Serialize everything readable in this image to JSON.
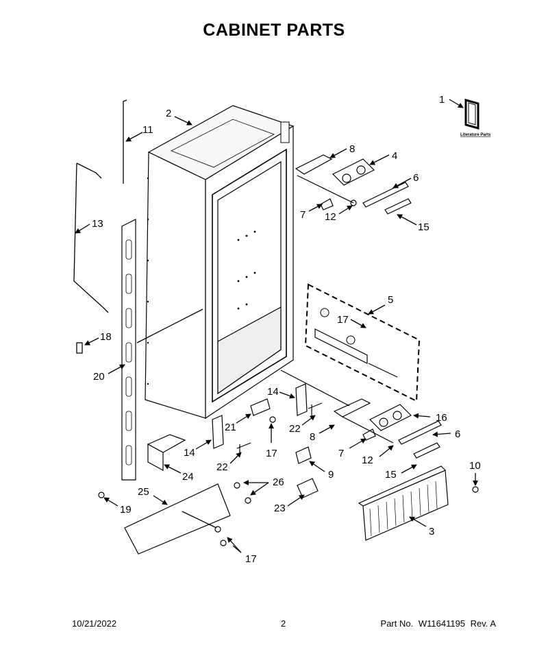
{
  "title": "CABINET PARTS",
  "literature_label": "Literature Parts",
  "footer": {
    "date": "10/21/2022",
    "page": "2",
    "part_label": "Part No.",
    "part_number": "W11641195",
    "revision": "Rev.  A"
  },
  "callouts": {
    "c1": "1",
    "c2": "2",
    "c3": "3",
    "c4": "4",
    "c5": "5",
    "c6a": "6",
    "c6b": "6",
    "c7a": "7",
    "c7b": "7",
    "c8a": "8",
    "c8b": "8",
    "c9": "9",
    "c10": "10",
    "c11": "11",
    "c12a": "12",
    "c12b": "12",
    "c13": "13",
    "c14a": "14",
    "c14b": "14",
    "c15a": "15",
    "c15b": "15",
    "c16": "16",
    "c17a": "17",
    "c17b": "17",
    "c17c": "17",
    "c18": "18",
    "c19": "19",
    "c20": "20",
    "c21": "21",
    "c22a": "22",
    "c22b": "22",
    "c23": "23",
    "c24": "24",
    "c25": "25",
    "c26": "26"
  }
}
